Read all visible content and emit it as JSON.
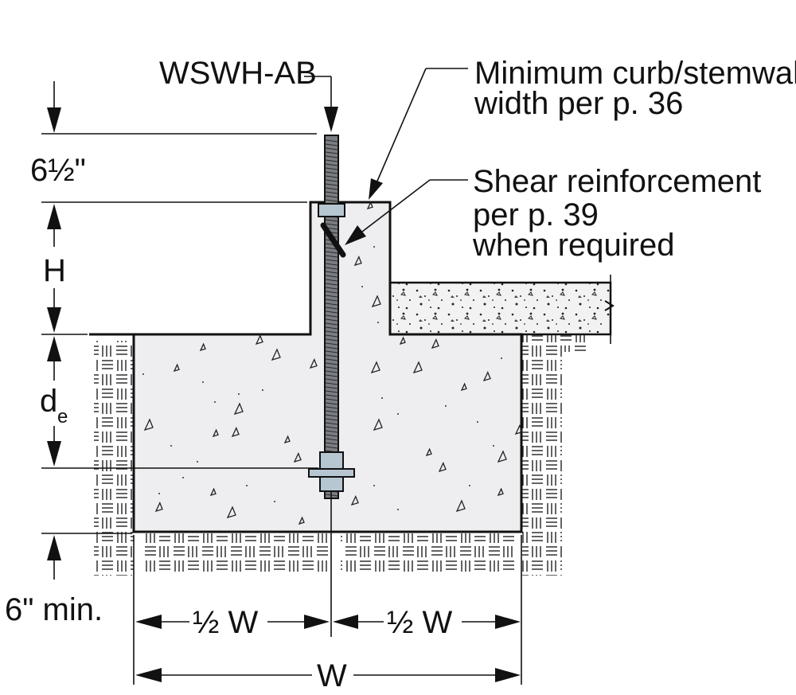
{
  "labels": {
    "anchor": "WSWH-AB",
    "curb_line1": "Minimum curb/stemwall",
    "curb_line2": "width per p. 36",
    "shear_line1": "Shear reinforcement",
    "shear_line2": "per p. 39",
    "shear_line3": "when required",
    "embed_above": "6½\"",
    "height": "H",
    "depth_main": "d",
    "depth_sub": "e",
    "bottom_cover": "6\" min.",
    "half_w_left": "½ W",
    "half_w_right": "½ W",
    "width": "W"
  },
  "colors": {
    "concrete": "#eeeef1",
    "rod": "#7a7d82",
    "nut": "#b6c7d1",
    "line": "#111111"
  }
}
